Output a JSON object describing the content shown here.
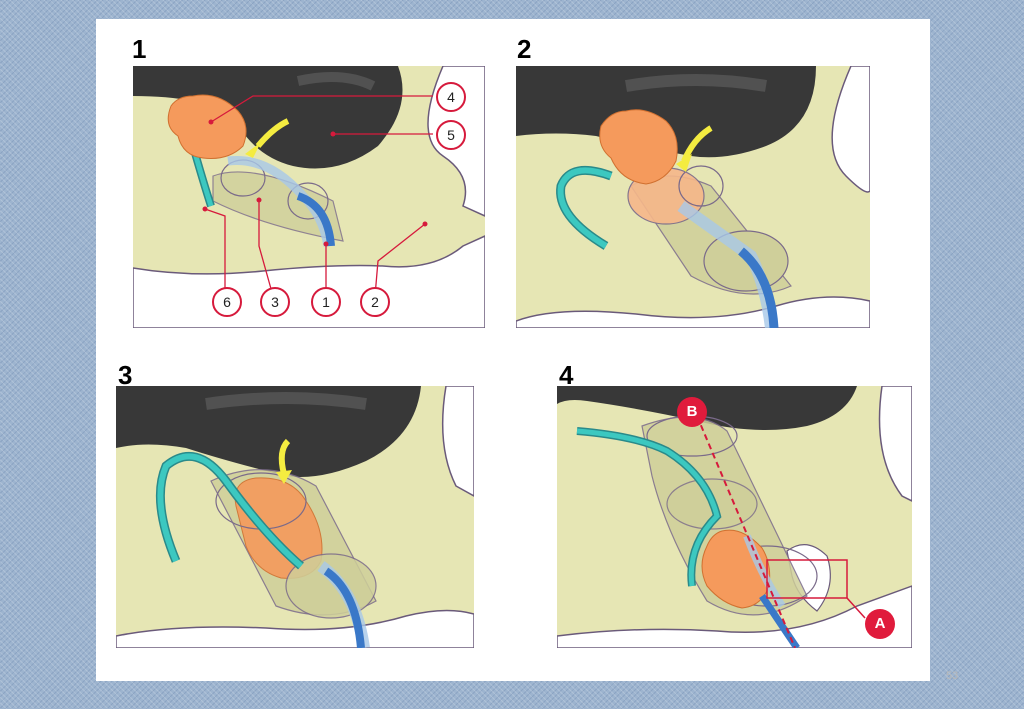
{
  "panels": [
    {
      "number": "1",
      "callouts": [
        "4",
        "5",
        "6",
        "3",
        "1",
        "2"
      ]
    },
    {
      "number": "2"
    },
    {
      "number": "3"
    },
    {
      "number": "4",
      "markers": [
        "B",
        "A"
      ]
    }
  ],
  "page_number": "53",
  "colors": {
    "tissue": "#e6e6b4",
    "bladder": "#333333",
    "prostate": "#f59a5c",
    "ureter": "#3cc8c0",
    "urethra": "#5a98d8",
    "callout_red": "#d61a3c",
    "arrow_yellow": "#f4ec40"
  }
}
